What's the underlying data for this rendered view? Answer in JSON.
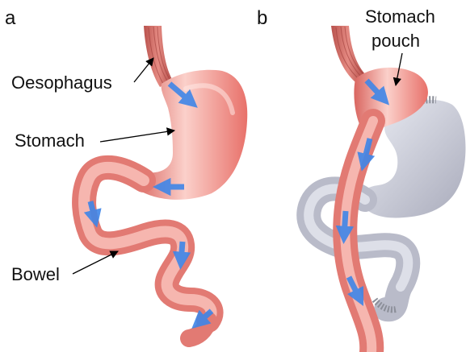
{
  "panels": [
    {
      "letter": "a",
      "labels": {
        "oesophagus": "Oesophagus",
        "stomach": "Stomach",
        "bowel": "Bowel"
      }
    },
    {
      "letter": "b",
      "labels": {
        "stomach_pouch_line1": "Stomach",
        "stomach_pouch_line2": "pouch"
      }
    }
  ],
  "colors": {
    "tissue_fill": "#f4908a",
    "tissue_highlight": "#fbd0ca",
    "tissue_shadow": "#d9655f",
    "bypassed_fill": "#c9cad8",
    "bypassed_highlight": "#eceef5",
    "staple_color": "#8c8f99",
    "flow_arrow": "#3f86e8",
    "pointer_line": "#000000"
  }
}
